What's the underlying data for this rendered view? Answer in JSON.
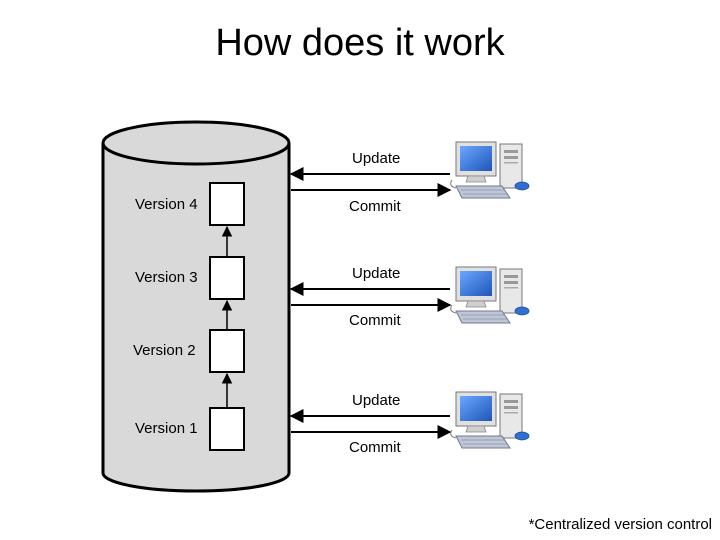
{
  "title": "How does it work",
  "versions": [
    "Version 4",
    "Version 3",
    "Version 2",
    "Version 1"
  ],
  "clients": [
    {
      "update": "Update",
      "commit": "Commit",
      "icon": "desktop-computer-icon"
    },
    {
      "update": "Update",
      "commit": "Commit",
      "icon": "desktop-computer-icon"
    },
    {
      "update": "Update",
      "commit": "Commit",
      "icon": "desktop-computer-icon"
    }
  ],
  "footnote": "*Centralized version control",
  "colors": {
    "cylinder_fill": "#d9d9d9",
    "monitor_screen": "#2f6fd1",
    "stroke": "#000000"
  }
}
